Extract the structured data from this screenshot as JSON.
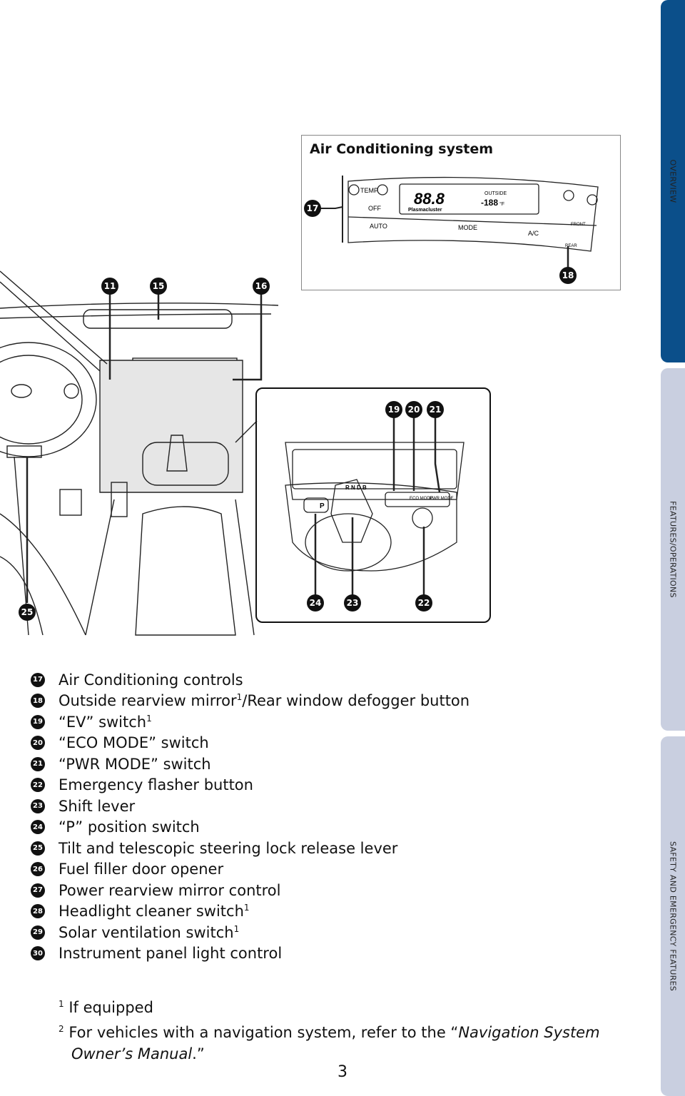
{
  "side_tabs": [
    "OVERVIEW",
    "FEATURES/OPERATIONS",
    "SAFETY AND EMERGENCY FEATURES"
  ],
  "ac_inset": {
    "title": "Air Conditioning system",
    "panel": {
      "temp": "TEMP",
      "off": "OFF",
      "auto": "AUTO",
      "display": "88.8",
      "outside": "OUTSIDE",
      "outside_temp": "-188",
      "unit": "°F",
      "brand": "Plasmacluster",
      "mode": "MODE",
      "ac": "A/C",
      "front": "FRONT",
      "rear": "REAR"
    }
  },
  "console_inset": {
    "gear": "R N D B",
    "eco_mode": "ECO MODE",
    "pwr_mode": "PWR MODE",
    "p_switch": "P"
  },
  "callouts": [
    "11",
    "15",
    "16",
    "17",
    "18",
    "19",
    "20",
    "21",
    "22",
    "23",
    "24",
    "25"
  ],
  "legend": [
    {
      "num": "17",
      "text": "Air Conditioning controls",
      "sup": ""
    },
    {
      "num": "18",
      "text": "Outside rearview mirror",
      "sup": "1",
      "rest": "/Rear window defogger button"
    },
    {
      "num": "19",
      "text": "“EV” switch",
      "sup": "1"
    },
    {
      "num": "20",
      "text": "“ECO MODE” switch",
      "sup": ""
    },
    {
      "num": "21",
      "text": "“PWR MODE” switch",
      "sup": ""
    },
    {
      "num": "22",
      "text": "Emergency flasher button",
      "sup": ""
    },
    {
      "num": "23",
      "text": "Shift lever",
      "sup": ""
    },
    {
      "num": "24",
      "text": "“P” position switch",
      "sup": ""
    },
    {
      "num": "25",
      "text": "Tilt and telescopic steering lock release lever",
      "sup": ""
    },
    {
      "num": "26",
      "text": "Fuel filler door opener",
      "sup": ""
    },
    {
      "num": "27",
      "text": "Power rearview mirror control",
      "sup": ""
    },
    {
      "num": "28",
      "text": "Headlight cleaner switch",
      "sup": "1"
    },
    {
      "num": "29",
      "text": "Solar ventilation switch",
      "sup": "1"
    },
    {
      "num": "30",
      "text": "Instrument panel light control",
      "sup": ""
    }
  ],
  "notes": {
    "n1_mark": "1",
    "n1": "If equipped",
    "n2_mark": "2",
    "n2_a": "For vehicles with a navigation system, refer to the “",
    "n2_b": "Navigation System",
    "n2_c": "Owner’s Manual",
    "n2_d": ".”"
  },
  "page_number": "3"
}
